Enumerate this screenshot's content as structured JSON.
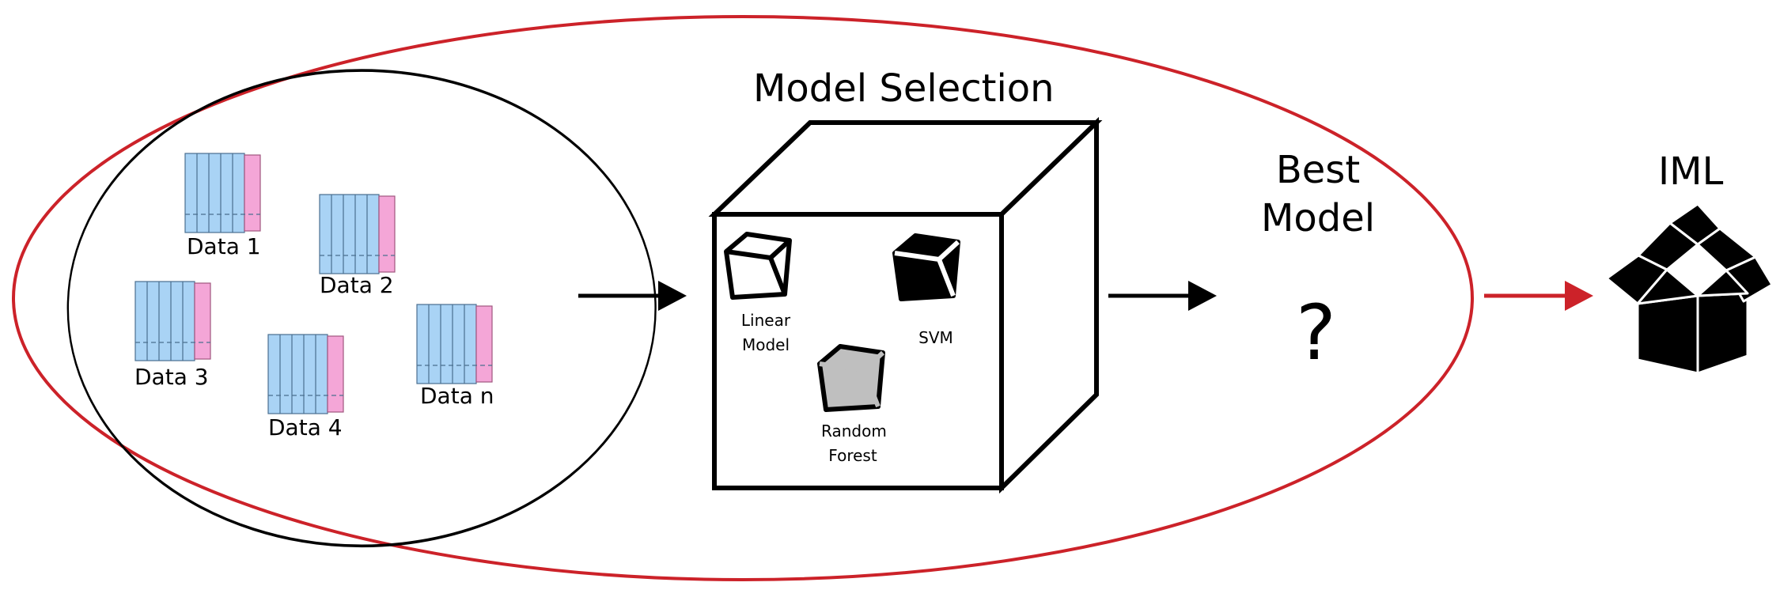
{
  "datasets": [
    {
      "label": "Data 1"
    },
    {
      "label": "Data 2"
    },
    {
      "label": "Data 3"
    },
    {
      "label": "Data 4"
    },
    {
      "label": "Data n"
    }
  ],
  "model_selection": {
    "title": "Model Selection",
    "models": [
      {
        "label_line1": "Linear",
        "label_line2": "Model",
        "color": "#ffffff"
      },
      {
        "label_line1": "SVM",
        "label_line2": "",
        "color": "#000000"
      },
      {
        "label_line1": "Random",
        "label_line2": "Forest",
        "color": "#bfbfbf"
      }
    ]
  },
  "best_model": {
    "line1": "Best",
    "line2": "Model",
    "symbol": "?"
  },
  "output": {
    "label": "IML"
  },
  "colors": {
    "outer_ellipse": "#cc2229",
    "red_arrow": "#cc2229",
    "data_blue": "#a9d3f5",
    "data_pink": "#f4a6d7",
    "ink": "#000000"
  }
}
